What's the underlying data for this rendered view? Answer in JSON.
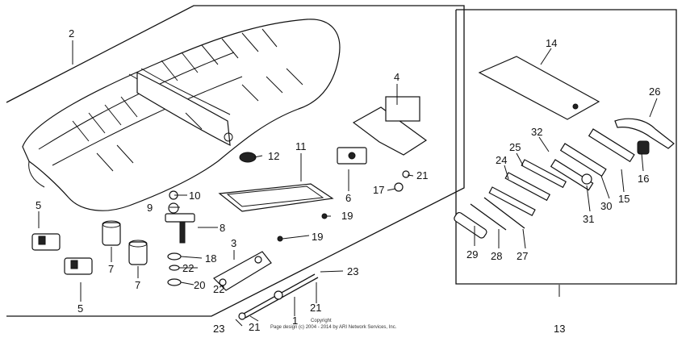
{
  "diagram": {
    "labels": {
      "p1": "1",
      "p2": "2",
      "p3": "3",
      "p4": "4",
      "p5a": "5",
      "p5b": "5",
      "p6": "6",
      "p7a": "7",
      "p7b": "7",
      "p8": "8",
      "p9": "9",
      "p10": "10",
      "p11": "11",
      "p12": "12",
      "p13": "13",
      "p14": "14",
      "p15": "15",
      "p16": "16",
      "p17": "17",
      "p18": "18",
      "p19a": "19",
      "p19b": "19",
      "p20": "20",
      "p21a": "21",
      "p21b": "21",
      "p21c": "21",
      "p22a": "22",
      "p22b": "22",
      "p23a": "23",
      "p23b": "23",
      "p24": "24",
      "p25": "25",
      "p26": "26",
      "p27": "27",
      "p28": "28",
      "p29": "29",
      "p30": "30",
      "p31": "31",
      "p32": "32"
    },
    "copyright_line1": "Copyright",
    "copyright_line2": "Page design (c) 2004 - 2014 by ARI Network Services, Inc."
  }
}
